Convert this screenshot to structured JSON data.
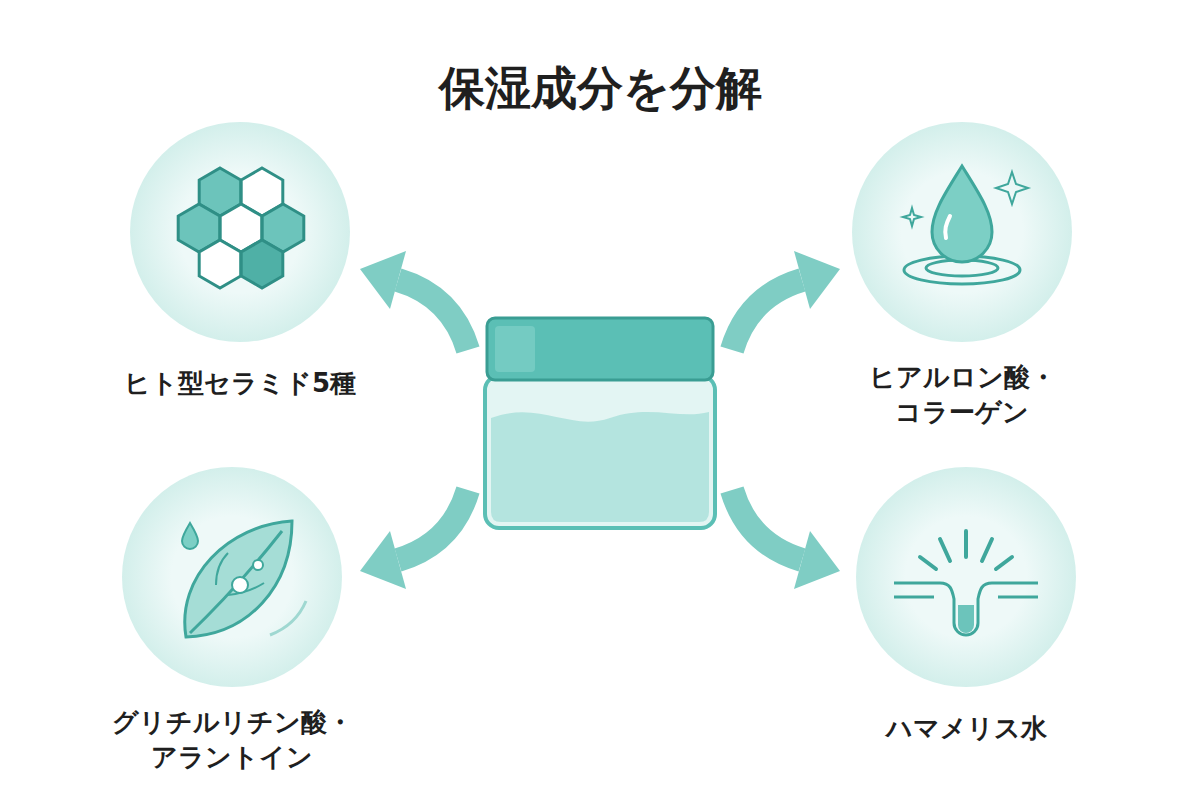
{
  "diagram": {
    "title": "保湿成分を分解",
    "nodes": [
      {
        "text": [
          "ヒト型セラミド5種"
        ]
      },
      {
        "text": [
          "ヒアルロン酸・ コラーゲン"
        ]
      },
      {
        "text": [
          "グリチルリチン酸・ アラントイン"
        ]
      },
      {
        "text": [
          "ハマメリス水"
        ]
      }
    ]
  }
}
